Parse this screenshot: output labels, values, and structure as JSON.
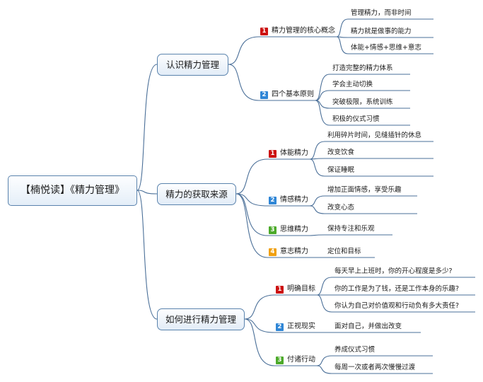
{
  "root": {
    "label": "【楠悦读】《精力管理》"
  },
  "branches": [
    {
      "label": "认识精力管理",
      "subs": [
        {
          "number": "1",
          "color": "#cc1111",
          "label": "精力管理的核心概念",
          "leaves": [
            "管理精力，而非时间",
            "精力就是做事的能力",
            "体能+情感+思维+意志"
          ]
        },
        {
          "number": "2",
          "color": "#2f86d6",
          "label": "四个基本原则",
          "leaves": [
            "打造完整的精力体系",
            "学会主动切换",
            "突破极限，系统训练",
            "积极的仪式习惯"
          ]
        }
      ]
    },
    {
      "label": "精力的获取来源",
      "subs": [
        {
          "number": "1",
          "color": "#cc1111",
          "label": "体能精力",
          "leaves": [
            "利用碎片时间，见缝插针的休息",
            "改变饮食",
            "保证睡眠"
          ]
        },
        {
          "number": "2",
          "color": "#2f86d6",
          "label": "情感精力",
          "leaves": [
            "增加正面情感，享受乐趣",
            "改变心态"
          ]
        },
        {
          "number": "3",
          "color": "#4caa2a",
          "label": "思维精力",
          "leaves": [
            "保持专注和乐观"
          ]
        },
        {
          "number": "4",
          "color": "#f0a010",
          "label": "意志精力",
          "leaves": [
            "定位和目标"
          ]
        }
      ]
    },
    {
      "label": "如何进行精力管理",
      "subs": [
        {
          "number": "1",
          "color": "#cc1111",
          "label": "明确目标",
          "leaves": [
            "每天早上上班时，你的开心程度是多少?",
            "你的工作是为了钱，还是工作本身的乐趣?",
            "你认为自己对价值观和行动负有多大责任?"
          ]
        },
        {
          "number": "2",
          "color": "#2f86d6",
          "label": "正视现实",
          "leaves": [
            "面对自己，并做出改变"
          ]
        },
        {
          "number": "3",
          "color": "#4caa2a",
          "label": "付诸行动",
          "leaves": [
            "养成仪式习惯",
            "每周一次或者两次慢慢过渡"
          ]
        }
      ]
    }
  ]
}
